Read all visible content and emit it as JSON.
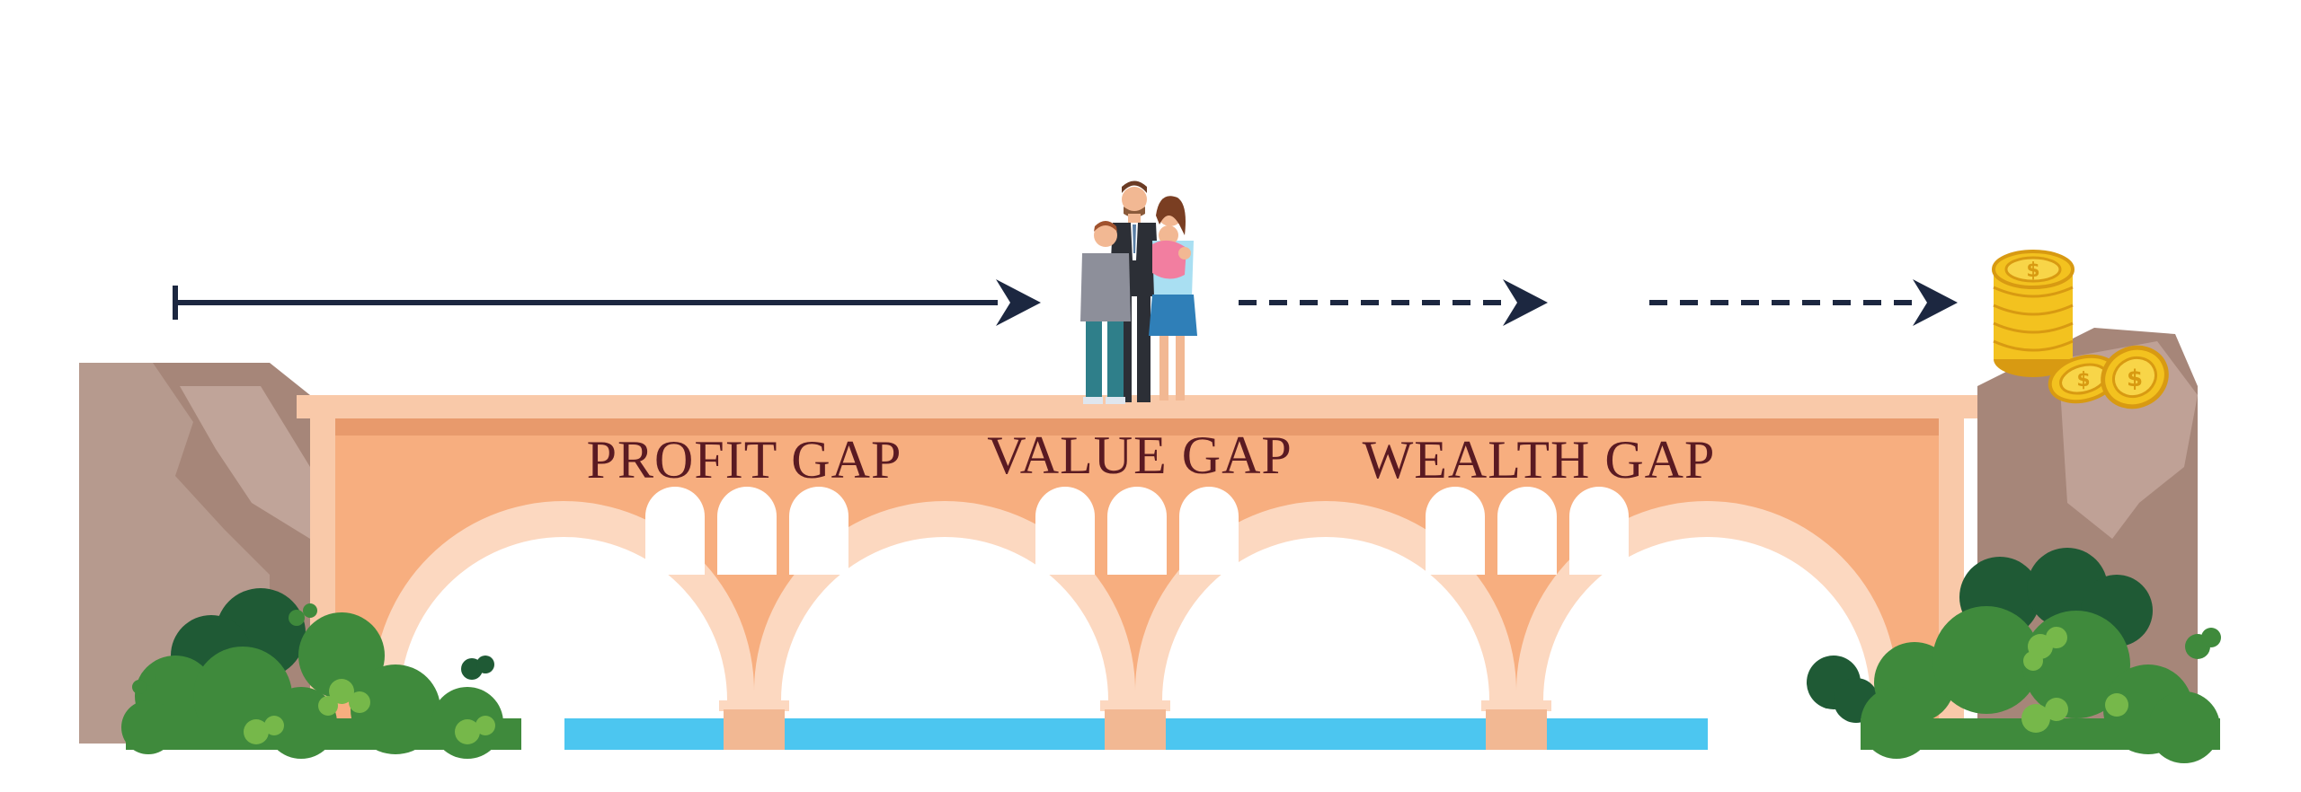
{
  "labels": {
    "profit_gap": "PROFIT GAP",
    "value_gap": "VALUE GAP",
    "wealth_gap": "WEALTH GAP"
  },
  "colors": {
    "sky": "#ffffff",
    "bridge_main": "#f7ae7f",
    "bridge_deck": "#f9c9a9",
    "bridge_shadow": "#e89a6c",
    "arch_light": "#fcd8c0",
    "text": "#5a1a22",
    "arrow": "#1c2740",
    "water": "#4cc6f0",
    "rock_dark": "#a68679",
    "rock_light": "#bfa196",
    "bush_dark": "#1f5a35",
    "bush_mid": "#3f8a3c",
    "bush_light": "#76b84a",
    "coin": "#f3c21f",
    "coin_edge": "#d89a12"
  },
  "icons": {
    "family": "family-icon",
    "coins": "coin-stack-icon",
    "solid_arrow": "arrow-right-solid-icon",
    "dashed_arrow": "arrow-right-dashed-icon"
  }
}
